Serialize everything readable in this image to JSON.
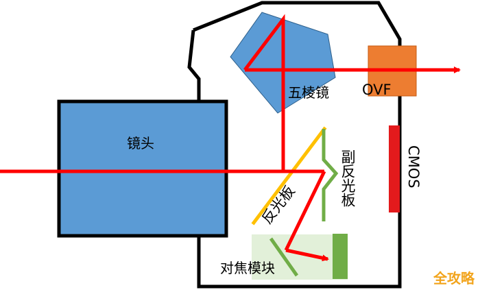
{
  "labels": {
    "lens": "镜头",
    "pentaprism": "五棱镜",
    "ovf": "OVF",
    "cmos": "CMOS",
    "sub_mirror": "副反光板",
    "main_mirror": "反光板",
    "af_module": "对焦模块",
    "watermark": "全攻略"
  },
  "colors": {
    "body_outline": "#000000",
    "lens_fill": "#5b9bd5",
    "prism_fill": "#5b9bd5",
    "light_path": "#ff0000",
    "ovf_fill": "#ed7d31",
    "cmos_fill": "#e31a1c",
    "main_mirror": "#ffc000",
    "sub_mirror": "#70ad47",
    "af_area": "#e2f0d9",
    "af_sensor": "#70ad47",
    "watermark": "#f2a41c"
  }
}
